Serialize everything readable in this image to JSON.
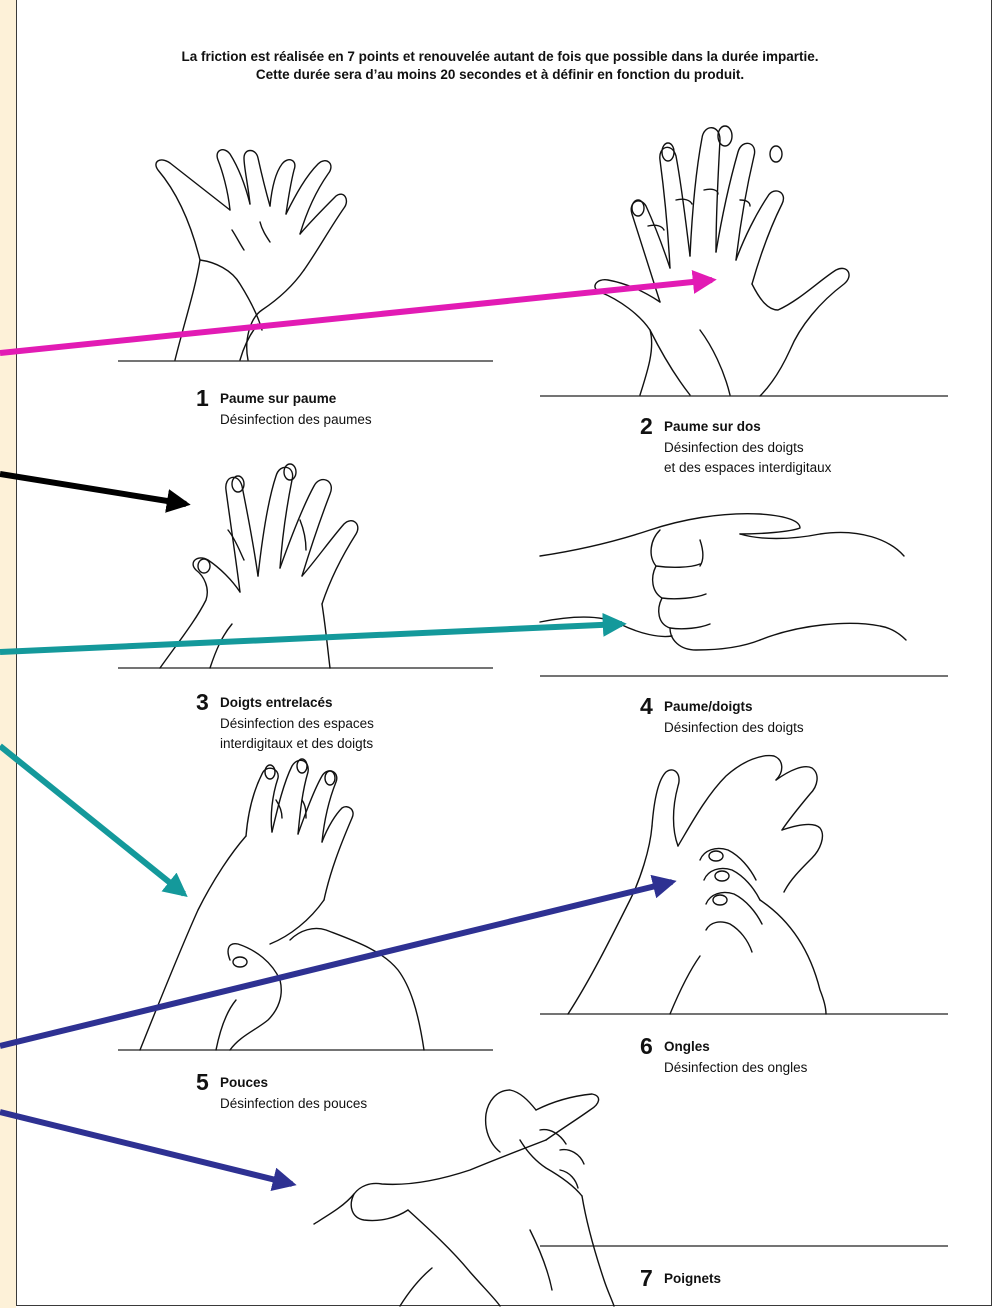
{
  "instructions": {
    "line1": "La friction est réalisée en 7 points et renouvelée autant de fois que possible dans la durée impartie.",
    "line2": "Cette durée sera d’au moins 20 secondes et à définir en fonction du produit."
  },
  "steps": [
    {
      "number": "1",
      "title": "Paume sur paume",
      "desc": [
        "Désinfection des paumes"
      ]
    },
    {
      "number": "2",
      "title": "Paume sur dos",
      "desc": [
        "Désinfection des doigts",
        "et des espaces interdigitaux"
      ]
    },
    {
      "number": "3",
      "title": "Doigts entrelacés",
      "desc": [
        "Désinfection des espaces",
        "interdigitaux et des doigts"
      ]
    },
    {
      "number": "4",
      "title": "Paume/doigts",
      "desc": [
        "Désinfection des doigts"
      ]
    },
    {
      "number": "5",
      "title": "Pouces",
      "desc": [
        "Désinfection des pouces"
      ]
    },
    {
      "number": "6",
      "title": "Ongles",
      "desc": [
        "Désinfection des ongles"
      ]
    },
    {
      "number": "7",
      "title": "Poignets",
      "desc": []
    }
  ],
  "arrow_colors": {
    "magenta": "#e21bb4",
    "black": "#000000",
    "teal": "#14999b",
    "indigo": "#2e3192"
  }
}
